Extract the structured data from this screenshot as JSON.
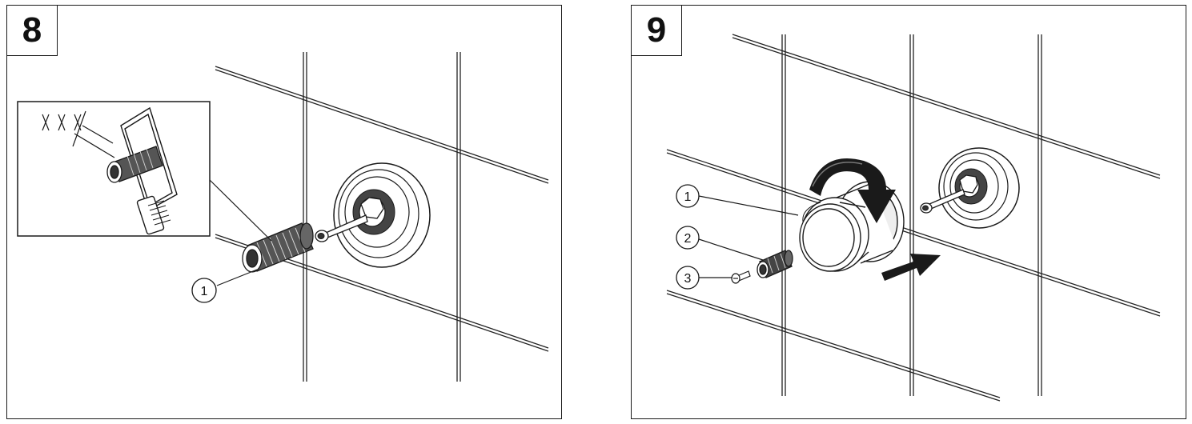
{
  "panels": [
    {
      "step": "8",
      "callouts": [
        "1"
      ]
    },
    {
      "step": "9",
      "callouts": [
        "1",
        "2",
        "3"
      ]
    }
  ],
  "colors": {
    "ink": "#1a1a1a",
    "background": "#ffffff",
    "arrow": "#1a1a1a"
  }
}
